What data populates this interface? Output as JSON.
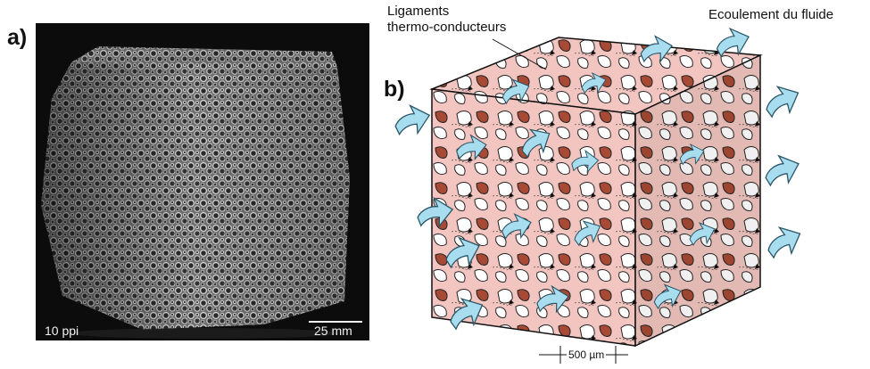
{
  "panel_a": {
    "label": "a)",
    "ppi_label": "10 ppi",
    "scale_label": "25 mm"
  },
  "panel_b": {
    "label": "b)",
    "ligament_label_line1": "Ligaments",
    "ligament_label_line2": "thermo-conducteurs",
    "flow_label": "Ecoulement du fluide",
    "scale_label": "500 µm"
  },
  "colors": {
    "photo_background": "#0c0c0c",
    "foam": "#9a9a9a",
    "schematic_matrix": "#f2c5c0",
    "schematic_ligament": "#a64a35",
    "arrow_fill": "#a8ddef",
    "arrow_stroke": "#2a5566"
  }
}
